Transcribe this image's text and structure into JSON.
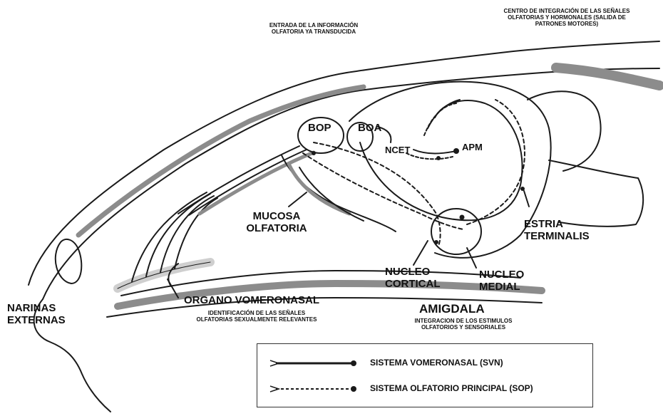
{
  "labels": {
    "entrada": "ENTRADA DE LA INFORMACIÓN\nOLFATORIA YA TRANSDUCIDA",
    "centro": "CENTRO DE INTEGRACIÓN DE LAS SEÑALES\nOLFATORIAS Y HORMONALES (SALIDA DE\nPATRONES MOTORES)",
    "bop": "BOP",
    "boa": "BOA",
    "ncet": "NCET",
    "apm": "APM",
    "mucosa": "MUCOSA\nOLFATORIA",
    "estria": "ESTRIA\nTERMINALIS",
    "nucleo_cortical": "NUCLEO\nCORTICAL",
    "nucleo_medial": "NUCLEO\nMEDIAL",
    "narinas": "NARINAS\nEXTERNAS",
    "organo": "ORGANO VOMERONASAL",
    "identificacion": "IDENTIFICACIÓN DE LAS SEÑALES\nOLFATORIAS SEXUALMENTE RELEVANTES",
    "amigdala": "AMIGDALA",
    "integracion": "INTEGRACION DE LOS ESTIMULOS\nOLFATORIOS Y SENSORIALES"
  },
  "legend": {
    "svn": "SISTEMA VOMERONASAL (SVN)",
    "sop": "SISTEMA OLFATORIO PRINCIPAL (SOP)"
  },
  "colors": {
    "ink": "#1a1a1a",
    "fill_gray": "#8c8c8c",
    "background": "#ffffff"
  }
}
